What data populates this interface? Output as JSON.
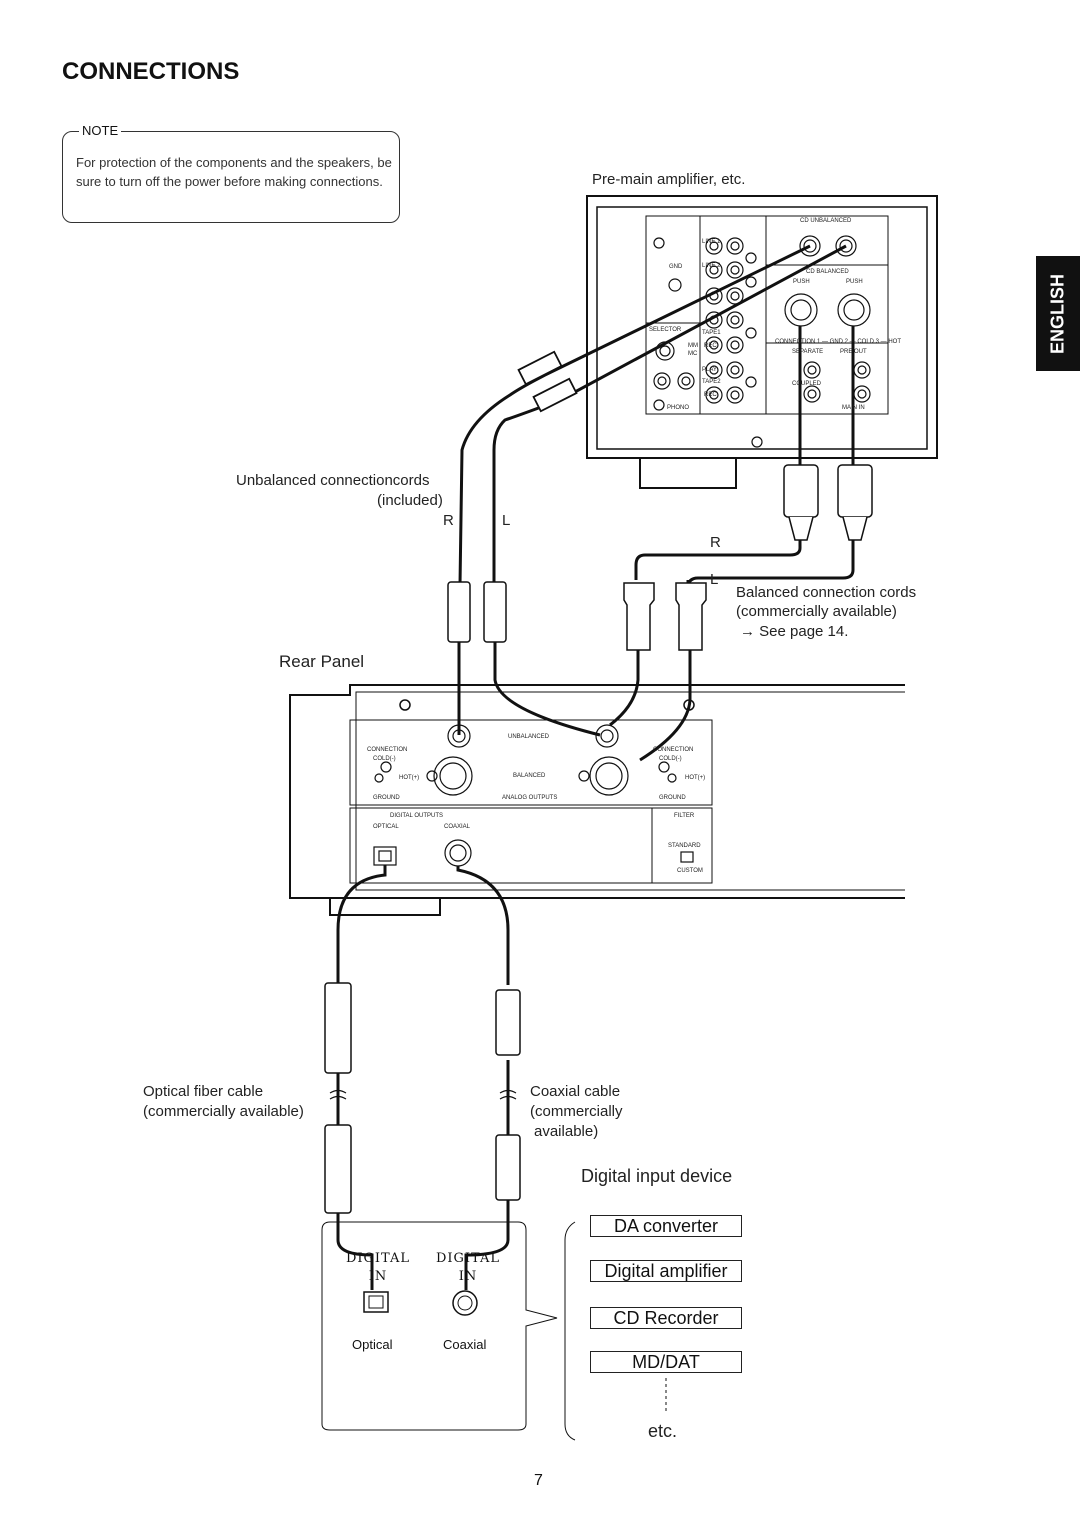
{
  "header": {
    "title": "CONNECTIONS"
  },
  "note": {
    "label": "NOTE",
    "text": "For protection of the components and the speakers, be sure to turn off the power before making connections."
  },
  "language_tab": "ENGLISH",
  "labels": {
    "premain": "Pre-main amplifier, etc.",
    "unbalanced_cords": "Unbalanced connectioncords",
    "included": "(included)",
    "r": "R",
    "l": "L",
    "balanced_line1": "Balanced connection cords",
    "balanced_line2": "(commercially available)",
    "see_page": "→ See page 14.",
    "rear_panel": "Rear Panel",
    "optical_cable_line1": "Optical fiber cable",
    "optical_cable_line2": "(commercially available)",
    "coaxial_cable_line1": "Coaxial cable",
    "coaxial_cable_line2": "(commercially",
    "coaxial_cable_line3": "available)",
    "digital_input_device": "Digital input device",
    "etc": "etc."
  },
  "devices": [
    "DA converter",
    "Digital amplifier",
    "CD Recorder",
    "MD/DAT"
  ],
  "digital_in": {
    "left_top": "DIGITAL",
    "left_bottom": "IN",
    "right_top": "DIGITAL",
    "right_bottom": "IN",
    "optical": "Optical",
    "coaxial": "Coaxial"
  },
  "amp_panel": {
    "cd_unbalanced": "CD  UNBALANCED",
    "cd_balanced": "CD  BALANCED",
    "gnd": "GND",
    "line1": "LINE 1",
    "line2": "LINE 2",
    "tape1": "TAPE1",
    "tape2": "TAPE2",
    "rec": "REC",
    "play": "PLAY",
    "phono": "PHONO",
    "selector": "SELECTOR",
    "mm": "MM",
    "mc": "MC",
    "push": "PUSH",
    "separate": "SEPARATE",
    "coupled": "COUPLED",
    "pre_out": "PRE OUT",
    "main_in": "MAIN IN",
    "pin_legend": "CONNECTION   1 — GND 2 — COLD 3 — HOT"
  },
  "rear_panel": {
    "unbalanced": "UNBALANCED",
    "balanced": "BALANCED",
    "analog_outputs": "ANALOG OUTPUTS",
    "digital_outputs": "DIGITAL OUTPUTS",
    "optical": "OPTICAL",
    "coaxial": "COAXIAL",
    "filter": "FILTER",
    "standard": "STANDARD",
    "custom": "CUSTOM",
    "connection": "CONNECTION",
    "cold": "COLD(-)",
    "hot": "HOT(+)",
    "ground": "GROUND"
  },
  "page_number": "7"
}
